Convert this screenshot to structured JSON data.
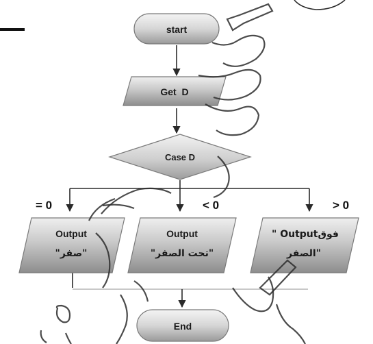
{
  "diagram": {
    "nodes": {
      "start": {
        "label": "start"
      },
      "get": {
        "label": "Get  D"
      },
      "decision": {
        "label": "Case D"
      },
      "out_zero": {
        "line1": "Output",
        "line2": "\"صفر\""
      },
      "out_neg": {
        "line1": "Output",
        "line2": "\"تحت الصفر\""
      },
      "out_pos": {
        "line1": "\" Outputفوق",
        "line2": "الصفر\""
      },
      "end": {
        "label": "End"
      }
    },
    "branches": {
      "zero": "= 0",
      "neg": "< 0",
      "pos": "> 0"
    }
  },
  "colors": {
    "shape_light": "#ededed",
    "shape_mid": "#c9c9c9",
    "shape_dark": "#8f8f8f",
    "outline": "#7a7a7a",
    "line": "#2a2a2a"
  }
}
